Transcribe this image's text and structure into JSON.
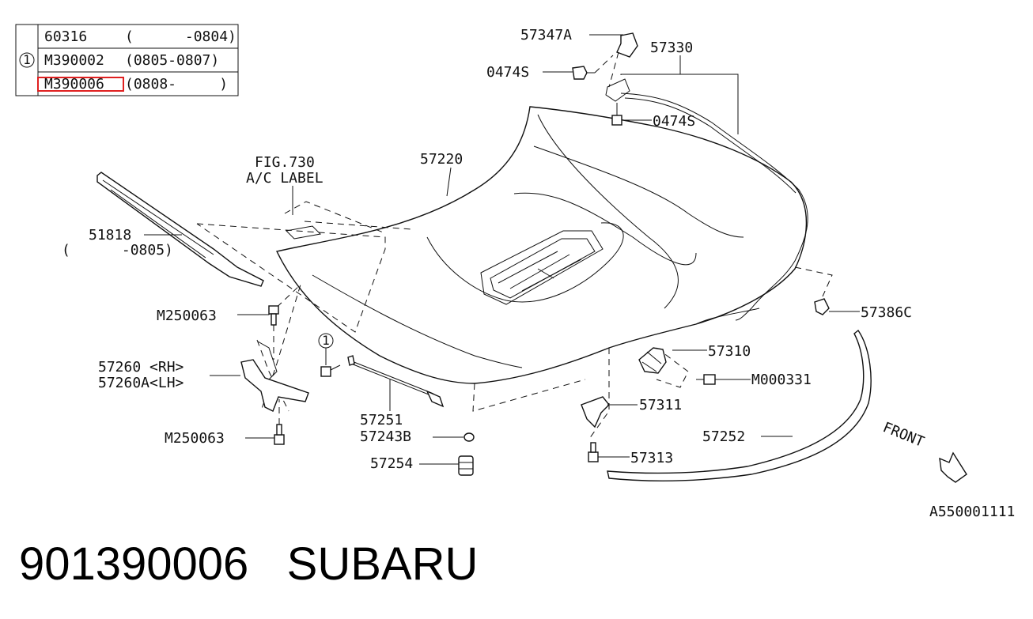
{
  "table": {
    "index_marker": "1",
    "rows": [
      {
        "part": "60316",
        "range": "(      -0804)"
      },
      {
        "part": "M390002",
        "range": "(0805-0807)"
      },
      {
        "part": "M390006",
        "range": "(0808-     )"
      }
    ],
    "highlight_color": "#e02020"
  },
  "labels": {
    "l57347A": "57347A",
    "l57330": "57330",
    "l0474S_a": "0474S",
    "l0474S_b": "0474S",
    "fig_ref": "FIG.730",
    "fig_ref_sub": "A/C LABEL",
    "l57220": "57220",
    "l51818": "51818",
    "l51818_range": "(      -0805)",
    "lM250063_a": "M250063",
    "lM250063_b": "M250063",
    "l57260": "57260 <RH>",
    "l57260A": "57260A<LH>",
    "callout_1": "1",
    "l57251": "57251",
    "l57243B": "57243B",
    "l57254": "57254",
    "l57386C": "57386C",
    "l57310": "57310",
    "lM000331": "M000331",
    "l57311": "57311",
    "l57313": "57313",
    "l57252": "57252",
    "front": "FRONT",
    "drawing_id": "A550001111"
  },
  "footer": {
    "part_number": "901390006",
    "brand": "SUBARU"
  }
}
